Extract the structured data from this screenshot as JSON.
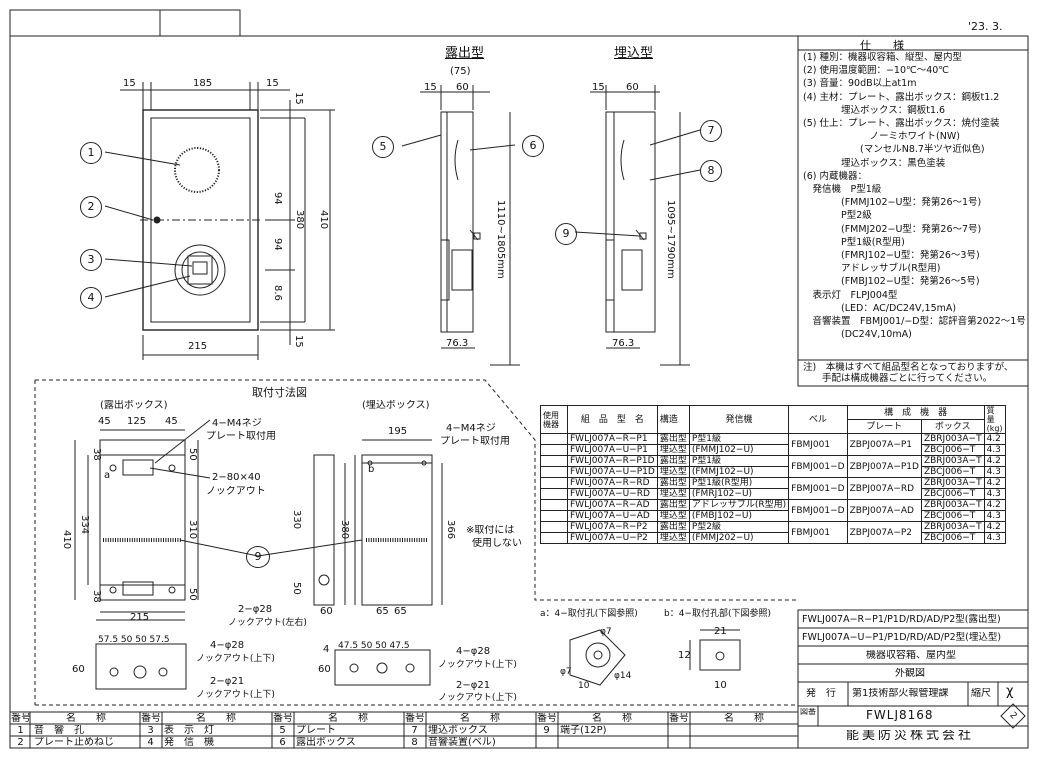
{
  "date": "'23. 3.",
  "views": {
    "exposed_title": "露出型",
    "flush_title": "埋込型",
    "front": {
      "dims_top": [
        "15",
        "185",
        "15"
      ],
      "dims_right": [
        "15",
        "94",
        "380",
        "410",
        "94",
        "8.6",
        "15"
      ],
      "width_bottom": "215"
    },
    "side_exposed": {
      "paren": "(75)",
      "d1": "15",
      "d2": "60",
      "bottom": "76.3",
      "height": "1110~1805mm"
    },
    "side_flush": {
      "d1": "15",
      "d2": "60",
      "bottom": "76.3",
      "height": "1095~1790mm"
    },
    "callouts": [
      "1",
      "2",
      "3",
      "4",
      "5",
      "6",
      "7",
      "8",
      "9"
    ]
  },
  "mount": {
    "title": "取付寸法図",
    "exposed_box": {
      "title": "(露出ボックス)",
      "dims_top": [
        "45",
        "125",
        "45"
      ],
      "screw": "4−M4ネジ",
      "screw_note": "プレート取付用",
      "knockout": "2−80×40",
      "knockout_note": "ノックアウト",
      "a_label": "a",
      "dims_left": [
        "38",
        "334",
        "410",
        "38"
      ],
      "dims_right": [
        "50",
        "310",
        "50"
      ],
      "width": "215"
    },
    "flush_box": {
      "title": "(埋込ボックス)",
      "width_top": "195",
      "screw": "4−M4ネジ",
      "screw_note": "プレート取付用",
      "b_label": "b",
      "dims": [
        "330",
        "380",
        "366",
        "50"
      ],
      "note1": "※取付には",
      "note2": "使用しない",
      "bottom_dims": [
        "65",
        "65",
        "60"
      ],
      "knockout": "2−φ28",
      "knockout_note": "ノックアウト(左右)"
    },
    "bottom_views": {
      "left_dims": "57.5 50 50 57.5",
      "right_dims": "47.5 50 50 47.5",
      "ko28": "4−φ28",
      "ko28_note": "ノックアウト(上下)",
      "ko21": "2−φ21",
      "ko21_note": "ノックアウト(上下)",
      "h60": "60",
      "h4": "4"
    },
    "detail_a": {
      "title": "a：4−取付孔(下図参照)",
      "d1": "φ7",
      "d2": "φ14",
      "d3": "10",
      "d4": "φ7"
    },
    "detail_b": {
      "title": "b：4−取付孔部(下図参照)",
      "w": "21",
      "h": "12",
      "bw": "10"
    }
  },
  "spec": {
    "header": "仕　　様",
    "lines": [
      "(1) 種別：機器収容箱、縦型、屋内型",
      "(2) 使用温度範囲：−10℃〜40℃",
      "(3) 音量：90dB以上at1m",
      "(4) 主材：プレート、露出ボックス：鋼板t1.2",
      "　　　　埋込ボックス：鋼板t1.6",
      "(5) 仕上：プレート、露出ボックス：焼付塗装",
      "　　　　　　　ノーミホワイト(NW)",
      "　　　　　　(マンセルN8.7半ツヤ近似色)",
      "　　　　埋込ボックス：黒色塗装",
      "(6) 内蔵機器：",
      "　発信機　P型1級",
      "　　　　(FMMJ102−U型：発第26〜1号)",
      "　　　　P型2級",
      "　　　　(FMMJ202−U型：発第26〜7号)",
      "　　　　P型1級(R型用)",
      "　　　　(FMRJ102−U型：発第26〜3号)",
      "　　　　アドレッサブル(R型用)",
      "　　　　(FMBJ102−U型：発第26〜5号)",
      "　表示灯　FLPJ004型",
      "　　　　(LED：AC/DC24V,15mA)",
      "　音響装置　FBMJ001/−D型：認評音第2022〜1号",
      "　　　　(DC24V,10mA)"
    ],
    "note1": "注)　本機はすべて組品型名となっておりますが、",
    "note2": "　　手配は構成機器ごとに行ってください。"
  },
  "components": {
    "headers": {
      "use": "使用機器",
      "model": "組　品　型　名",
      "structure": "構造",
      "transmitter": "発信機",
      "bell": "ベル",
      "config": "構　成　機　器",
      "plate": "プレート",
      "box": "ボックス",
      "mass": "質量(kg)"
    },
    "rows": [
      {
        "model": "FWLJ007A−R−P1",
        "structure": "露出型",
        "transmitter": "P型1級",
        "box": "ZBRJ003A−T",
        "mass": "4.2"
      },
      {
        "model": "FWLJ007A−U−P1",
        "structure": "埋込型",
        "transmitter": "(FMMJ102−U)",
        "box": "ZBCJ006−T",
        "mass": "4.3"
      },
      {
        "model": "FWLJ007A−R−P1D",
        "structure": "露出型",
        "transmitter": "P型1級",
        "box": "ZBRJ003A−T",
        "mass": "4.2"
      },
      {
        "model": "FWLJ007A−U−P1D",
        "structure": "埋込型",
        "transmitter": "(FMMJ102−U)",
        "box": "ZBCJ006−T",
        "mass": "4.3"
      },
      {
        "model": "FWLJ007A−R−RD",
        "structure": "露出型",
        "transmitter": "P型1級(R型用)",
        "box": "ZBRJ003A−T",
        "mass": "4.2"
      },
      {
        "model": "FWLJ007A−U−RD",
        "structure": "埋込型",
        "transmitter": "(FMRJ102−U)",
        "box": "ZBCJ006−T",
        "mass": "4.3"
      },
      {
        "model": "FWLJ007A−R−AD",
        "structure": "露出型",
        "transmitter": "アドレッサブル(R型用)",
        "box": "ZBRJ003A−T",
        "mass": "4.2"
      },
      {
        "model": "FWLJ007A−U−AD",
        "structure": "埋込型",
        "transmitter": "(FMBJ102−U)",
        "box": "ZBCJ006−T",
        "mass": "4.3"
      },
      {
        "model": "FWLJ007A−R−P2",
        "structure": "露出型",
        "transmitter": "P型2級",
        "box": "ZBRJ003A−T",
        "mass": "4.2"
      },
      {
        "model": "FWLJ007A−U−P2",
        "structure": "埋込型",
        "transmitter": "(FMMJ202−U)",
        "box": "ZBCJ006−T",
        "mass": "4.3"
      }
    ],
    "bell_groups": [
      {
        "bell": "FBMJ001",
        "plate": "ZBPJ007A−P1"
      },
      {
        "bell": "FBMJ001−D",
        "plate": "ZBPJ007A−P1D"
      },
      {
        "bell": "FBMJ001−D",
        "plate": "ZBPJ007A−RD"
      },
      {
        "bell": "FBMJ001−D",
        "plate": "ZBPJ007A−AD"
      },
      {
        "bell": "FBMJ001",
        "plate": "ZBPJ007A−P2"
      }
    ]
  },
  "title_block": {
    "model1": "FWLJ007A−R−P1/P1D/RD/AD/P2型(露出型)",
    "model2": "FWLJ007A−U−P1/P1D/RD/AD/P2型(埋込型)",
    "product": "機器収容箱、屋内型",
    "drawing_type": "外観図",
    "issue_label": "発　行",
    "dept": "第1技術部火報管理課",
    "scale_label": "縮尺",
    "scale": "χ",
    "drawing_no_label": "図番",
    "drawing_no": "FWLJ8168",
    "rev": "2",
    "company": "能美防災株式会社"
  },
  "parts": {
    "no_label": "番号",
    "name_label": "名　　称",
    "items": [
      {
        "no": "1",
        "name": "音　響　孔"
      },
      {
        "no": "2",
        "name": "プレート止めねじ"
      },
      {
        "no": "3",
        "name": "表　示　灯"
      },
      {
        "no": "4",
        "name": "発　信　機"
      },
      {
        "no": "5",
        "name": "プレート"
      },
      {
        "no": "6",
        "name": "露出ボックス"
      },
      {
        "no": "7",
        "name": "埋込ボックス"
      },
      {
        "no": "8",
        "name": "音響装置(ベル)"
      },
      {
        "no": "9",
        "name": "端子(12P)"
      }
    ]
  }
}
